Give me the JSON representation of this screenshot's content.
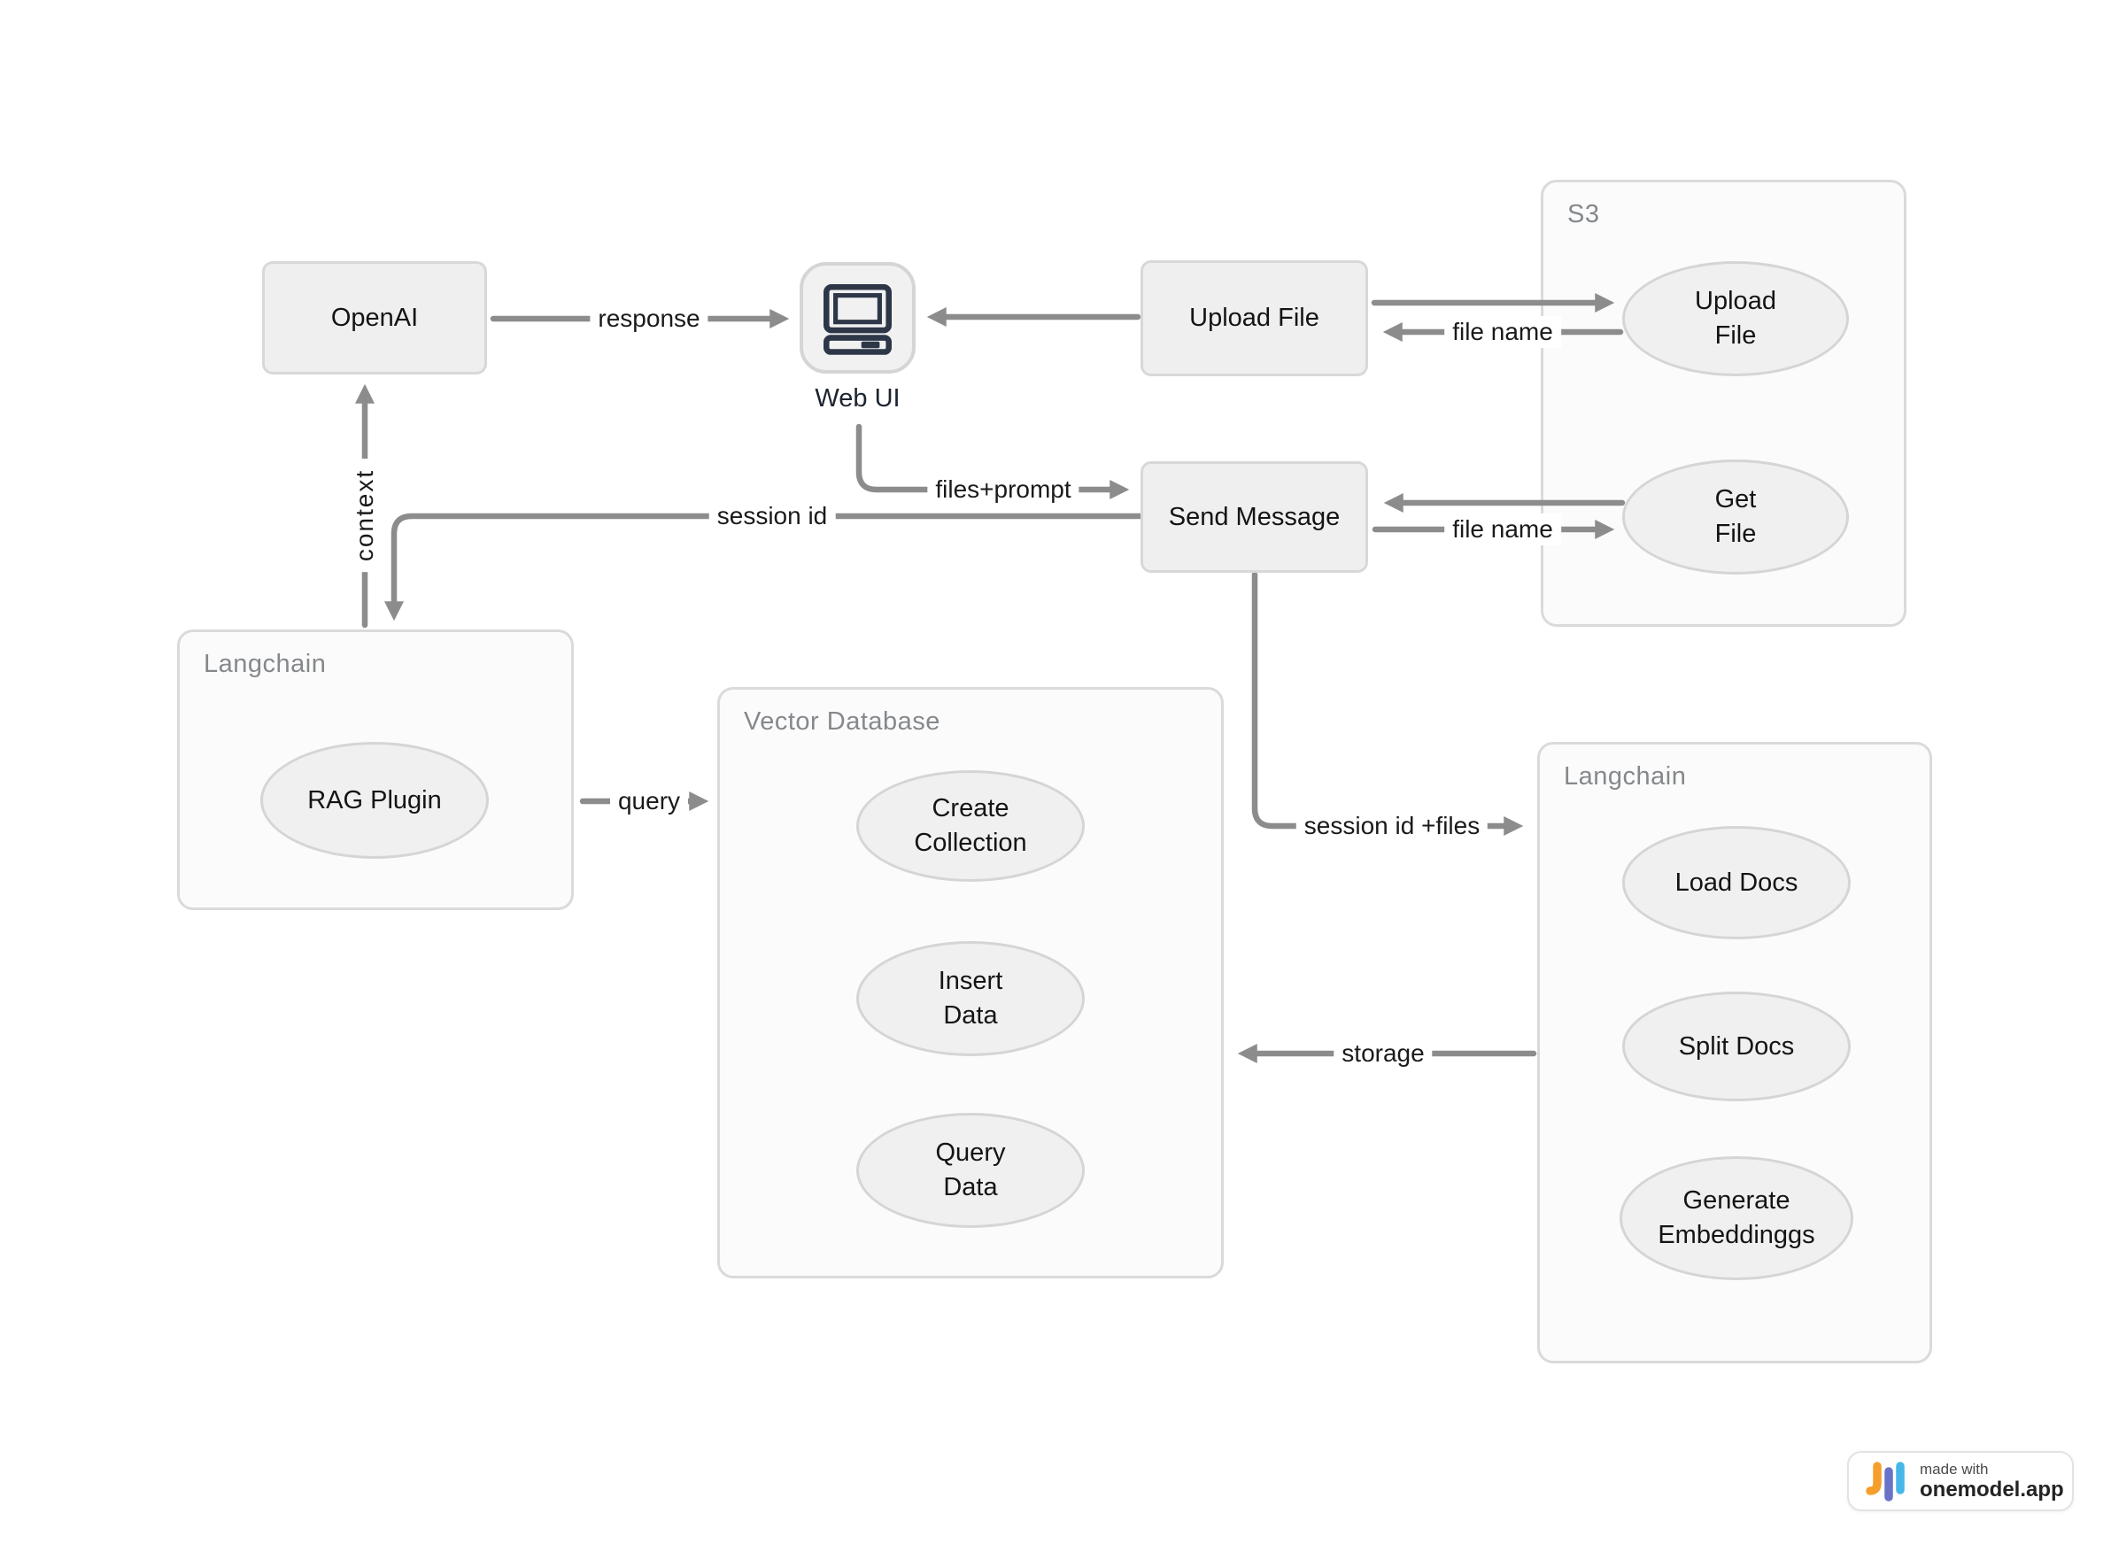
{
  "containers": {
    "s3": {
      "title": "S3"
    },
    "langchain_left": {
      "title": "Langchain"
    },
    "vector_db": {
      "title": "Vector Database"
    },
    "langchain_right": {
      "title": "Langchain"
    }
  },
  "nodes": {
    "openai": {
      "label": "OpenAI"
    },
    "web_ui": {
      "label": "Web UI"
    },
    "upload_file": {
      "label": "Upload File"
    },
    "send_message": {
      "label": "Send Message"
    },
    "s3_upload_file": {
      "line1": "Upload",
      "line2": "File"
    },
    "s3_get_file": {
      "line1": "Get",
      "line2": "File"
    },
    "rag_plugin": {
      "label": "RAG Plugin"
    },
    "create_collection": {
      "line1": "Create",
      "line2": "Collection"
    },
    "insert_data": {
      "line1": "Insert",
      "line2": "Data"
    },
    "query_data": {
      "line1": "Query",
      "line2": "Data"
    },
    "load_docs": {
      "label": "Load Docs"
    },
    "split_docs": {
      "label": "Split Docs"
    },
    "generate_embeddings": {
      "line1": "Generate",
      "line2": "Embeddinggs"
    }
  },
  "edges": {
    "response": {
      "label": "response"
    },
    "file_name_upload": {
      "label": "file name"
    },
    "file_name_get": {
      "label": "file name"
    },
    "files_prompt": {
      "label": "files+prompt"
    },
    "session_id": {
      "label": "session id"
    },
    "context": {
      "label": "context"
    },
    "query": {
      "label": "query"
    },
    "session_id_files": {
      "label": "session id +files"
    },
    "storage": {
      "label": "storage"
    }
  },
  "badge": {
    "made_with": "made with",
    "brand": "onemodel.app"
  },
  "colors": {
    "arrow": "#8c8c8c",
    "node_fill": "#f0f0f0",
    "node_border": "#d8d8d8",
    "container_fill": "#fbfbfb",
    "container_border": "#dadada",
    "container_title": "#85888c",
    "node_text": "#141414",
    "edge_text": "#1a1a1a",
    "computer_icon": "#2d3748",
    "badge_orange": "#f59e2c",
    "badge_indigo": "#6973c8",
    "badge_blue": "#45b7e8"
  }
}
